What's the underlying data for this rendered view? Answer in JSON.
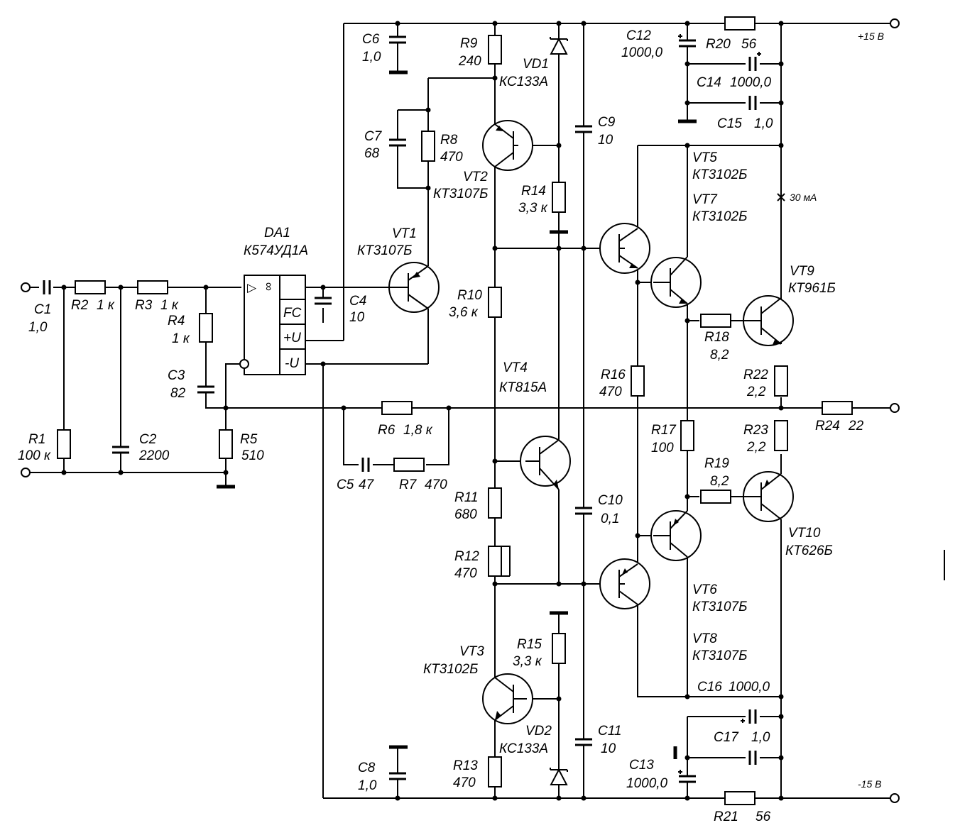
{
  "rails": {
    "positive": "+15 В",
    "negative": "-15 В",
    "current_note": "30 мА"
  },
  "opamp": {
    "ref": "DA1",
    "type": "К574УД1А",
    "pin_fc": "FC",
    "pin_vp": "+U",
    "pin_vn": "-U",
    "sym_tri": "▷",
    "sym_inf": "∞"
  },
  "components": {
    "C1": {
      "ref": "C1",
      "val": "1,0"
    },
    "C2": {
      "ref": "C2",
      "val": "2200"
    },
    "C3": {
      "ref": "C3",
      "val": "82"
    },
    "C4": {
      "ref": "C4",
      "val": "10"
    },
    "C5": {
      "ref": "C5",
      "val": "47"
    },
    "C6": {
      "ref": "C6",
      "val": "1,0"
    },
    "C7": {
      "ref": "C7",
      "val": "68"
    },
    "C8": {
      "ref": "C8",
      "val": "1,0"
    },
    "C9": {
      "ref": "C9",
      "val": "10"
    },
    "C10": {
      "ref": "C10",
      "val": "0,1"
    },
    "C11": {
      "ref": "C11",
      "val": "10"
    },
    "C12": {
      "ref": "C12",
      "val": "1000,0"
    },
    "C13": {
      "ref": "C13",
      "val": "1000,0"
    },
    "C14": {
      "ref": "C14",
      "val": "1000,0"
    },
    "C15": {
      "ref": "C15",
      "val": "1,0"
    },
    "C16": {
      "ref": "C16",
      "val": "1000,0"
    },
    "C17": {
      "ref": "C17",
      "val": "1,0"
    },
    "R1": {
      "ref": "R1",
      "val": "100 к"
    },
    "R2": {
      "ref": "R2",
      "val": "1 к"
    },
    "R3": {
      "ref": "R3",
      "val": "1 к"
    },
    "R4": {
      "ref": "R4",
      "val": "1 к"
    },
    "R5": {
      "ref": "R5",
      "val": "510"
    },
    "R6": {
      "ref": "R6",
      "val": "1,8 к"
    },
    "R7": {
      "ref": "R7",
      "val": "470"
    },
    "R8": {
      "ref": "R8",
      "val": "470"
    },
    "R9": {
      "ref": "R9",
      "val": "240"
    },
    "R10": {
      "ref": "R10",
      "val": "3,6 к"
    },
    "R11": {
      "ref": "R11",
      "val": "680"
    },
    "R12": {
      "ref": "R12",
      "val": "470"
    },
    "R13": {
      "ref": "R13",
      "val": "470"
    },
    "R14": {
      "ref": "R14",
      "val": "3,3 к"
    },
    "R15": {
      "ref": "R15",
      "val": "3,3 к"
    },
    "R16": {
      "ref": "R16",
      "val": "470"
    },
    "R17": {
      "ref": "R17",
      "val": "100"
    },
    "R18": {
      "ref": "R18",
      "val": "8,2"
    },
    "R19": {
      "ref": "R19",
      "val": "8,2"
    },
    "R20": {
      "ref": "R20",
      "val": "56"
    },
    "R21": {
      "ref": "R21",
      "val": "56"
    },
    "R22": {
      "ref": "R22",
      "val": "2,2"
    },
    "R23": {
      "ref": "R23",
      "val": "2,2"
    },
    "R24": {
      "ref": "R24",
      "val": "22"
    },
    "VD1": {
      "ref": "VD1",
      "val": "КС133А"
    },
    "VD2": {
      "ref": "VD2",
      "val": "КС133А"
    },
    "VT1": {
      "ref": "VT1",
      "val": "КТ3107Б"
    },
    "VT2": {
      "ref": "VT2",
      "val": "КТ3107Б"
    },
    "VT3": {
      "ref": "VT3",
      "val": "КТ3102Б"
    },
    "VT4": {
      "ref": "VT4",
      "val": "КТ815А"
    },
    "VT5": {
      "ref": "VT5",
      "val": "КТ3102Б"
    },
    "VT6": {
      "ref": "VT6",
      "val": "КТ3107Б"
    },
    "VT7": {
      "ref": "VT7",
      "val": "КТ3102Б"
    },
    "VT8": {
      "ref": "VT8",
      "val": "КТ3107Б"
    },
    "VT9": {
      "ref": "VT9",
      "val": "КТ961Б"
    },
    "VT10": {
      "ref": "VT10",
      "val": "КТ626Б"
    }
  }
}
